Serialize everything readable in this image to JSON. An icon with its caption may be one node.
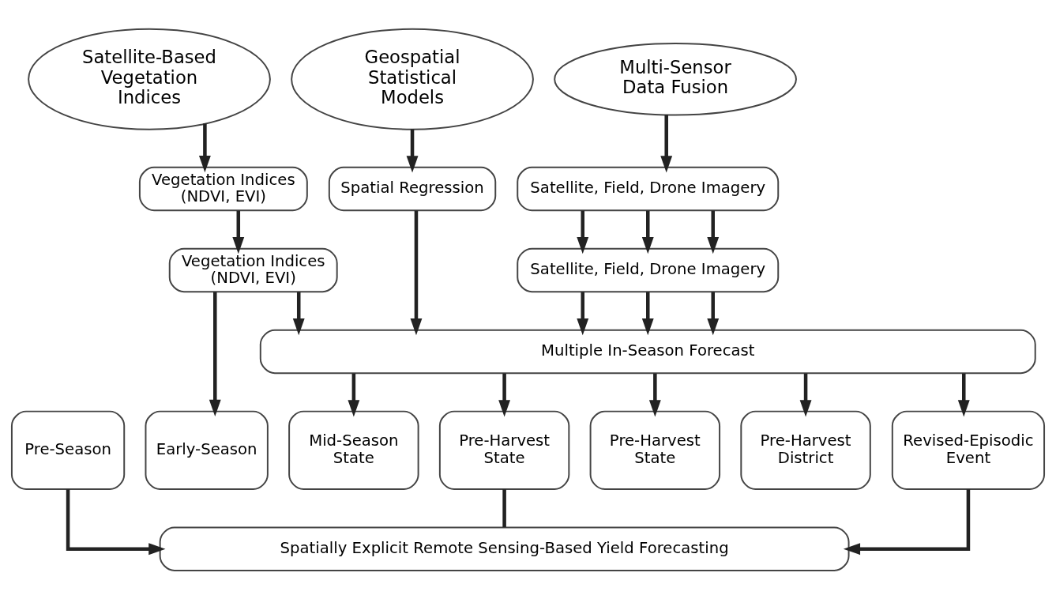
{
  "diagram": {
    "nodes": [
      {
        "text": [
          "Satellite-Based Vegetation Indices"
        ]
      },
      {
        "text": [
          "Geospatial Statistical Models"
        ]
      },
      {
        "text": [
          "Multi-Sensor Data Fusion"
        ]
      },
      {
        "text": [
          "Vegetation Indices",
          "(NDVI, EVI)"
        ]
      },
      {
        "text": [
          "Spatial Regression"
        ]
      },
      {
        "text": [
          "Satellite, Field, Drone Imagery"
        ]
      },
      {
        "text": [
          "Vegetation Indices",
          "(NDVI, EVI)"
        ]
      },
      {
        "text": [
          "Satellite, Field, Drone Imagery"
        ]
      },
      {
        "text": [
          "Multiple In-Season Forecast"
        ]
      },
      {
        "text": [
          "Pre-Season"
        ]
      },
      {
        "text": [
          "Early-Season"
        ]
      },
      {
        "text": [
          "Mid-Season State"
        ]
      },
      {
        "text": [
          "Pre-Harvest State"
        ]
      },
      {
        "text": [
          "Pre-Harvest State"
        ]
      },
      {
        "text": [
          "Pre-Harvest District"
        ]
      },
      {
        "text": [
          "Revised-Episodic Event"
        ]
      },
      {
        "text": [
          "Spatially Explicit Remote Sensing-Based Yield Forecasting"
        ]
      }
    ],
    "edges": [
      {
        "from": 0,
        "to": 3,
        "arrow": "to"
      },
      {
        "from": 1,
        "to": 4,
        "arrow": "to"
      },
      {
        "from": 2,
        "to": 5,
        "arrow": "to"
      },
      {
        "from": 3,
        "to": 6,
        "arrow": "to"
      },
      {
        "from": 5,
        "to": 7,
        "arrow": "to"
      },
      {
        "from": 5,
        "to": 7,
        "arrow": "to"
      },
      {
        "from": 5,
        "to": 7,
        "arrow": "to"
      },
      {
        "from": 6,
        "to": 8,
        "arrow": "to"
      },
      {
        "from": 6,
        "to": 10,
        "arrow": "to"
      },
      {
        "from": 4,
        "to": 8,
        "arrow": "to"
      },
      {
        "from": 7,
        "to": 8,
        "arrow": "to"
      },
      {
        "from": 7,
        "to": 8,
        "arrow": "to"
      },
      {
        "from": 7,
        "to": 8,
        "arrow": "to"
      },
      {
        "from": 8,
        "to": 11,
        "arrow": "to"
      },
      {
        "from": 8,
        "to": 12,
        "arrow": "to"
      },
      {
        "from": 8,
        "to": 13,
        "arrow": "to"
      },
      {
        "from": 8,
        "to": 14,
        "arrow": "to"
      },
      {
        "from": 8,
        "to": 15,
        "arrow": "to"
      },
      {
        "from": 9,
        "to": 16,
        "arrow": "to"
      },
      {
        "from": 12,
        "to": 16,
        "arrow": "none"
      },
      {
        "from": 15,
        "to": 16,
        "arrow": "to"
      }
    ]
  }
}
